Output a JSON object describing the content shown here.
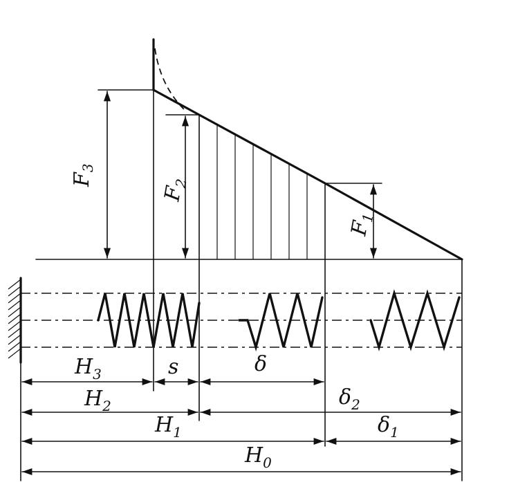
{
  "labels": {
    "F3": {
      "main": "F",
      "sub": "3"
    },
    "F2": {
      "main": "F",
      "sub": "2"
    },
    "F1": {
      "main": "F",
      "sub": "1"
    },
    "H3": {
      "main": "H",
      "sub": "3"
    },
    "H2": {
      "main": "H",
      "sub": "2"
    },
    "H1": {
      "main": "H",
      "sub": "1"
    },
    "H0": {
      "main": "H",
      "sub": "0"
    },
    "s": "s",
    "delta": "δ",
    "delta2": {
      "main": "δ",
      "sub": "2"
    },
    "delta1": {
      "main": "δ",
      "sub": "1"
    }
  }
}
